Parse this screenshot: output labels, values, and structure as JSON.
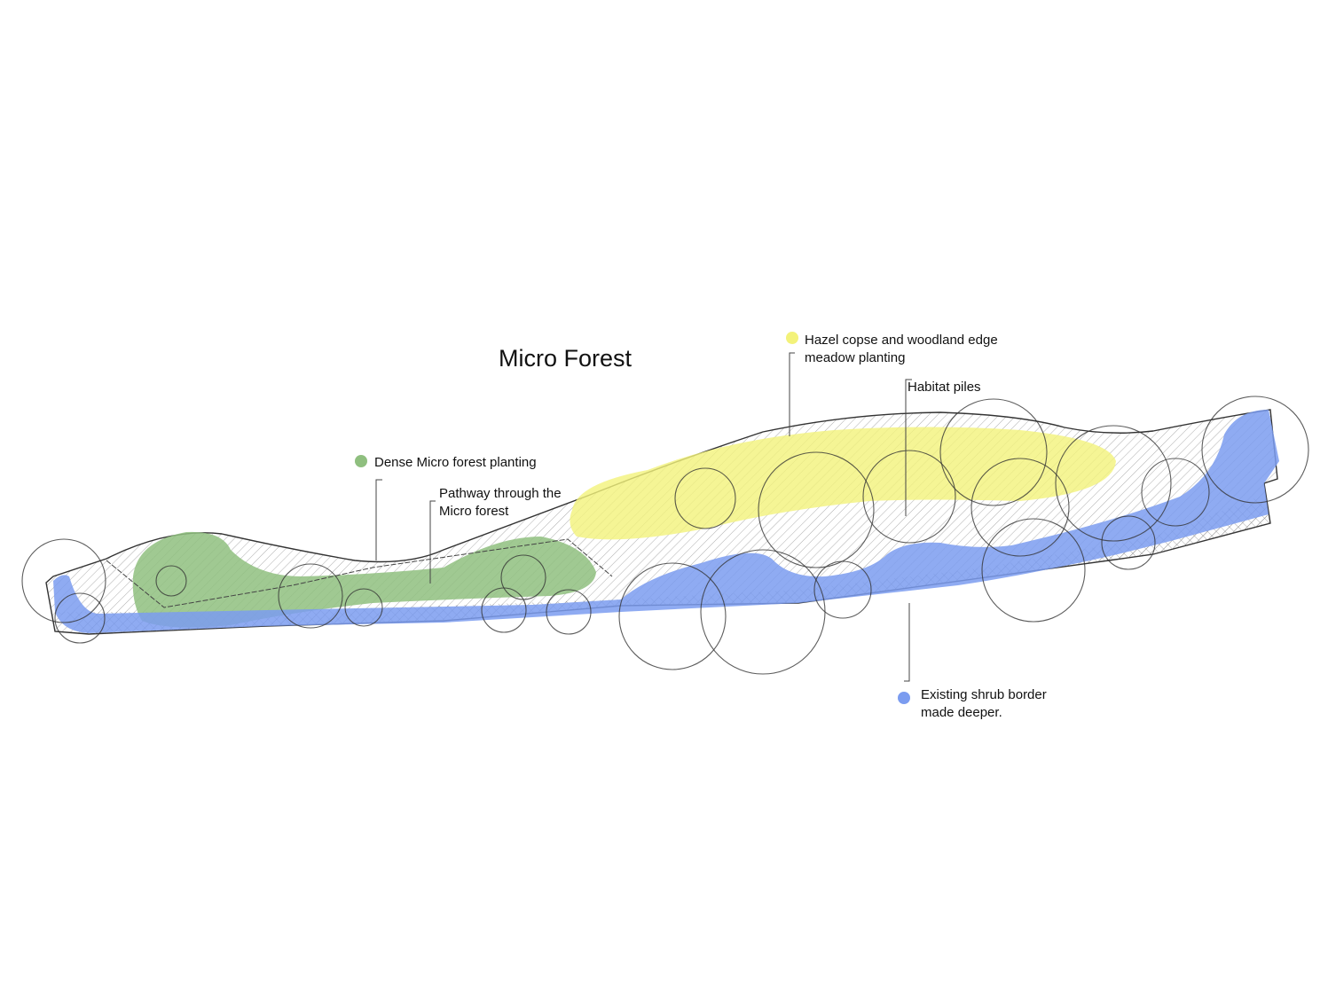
{
  "title": "Micro Forest",
  "legend": [
    {
      "label_line1": "Hazel copse and woodland edge",
      "label_line2": "meadow planting",
      "color": "#f3f27a"
    },
    {
      "label_line1": "Dense Micro forest planting",
      "color": "#8fbf7f"
    },
    {
      "label_line1": "Existing shrub border",
      "label_line2": "made deeper.",
      "color": "#7b9cf0"
    }
  ],
  "annotations": {
    "habitat": "Habitat piles",
    "pathway_line1": "Pathway through the",
    "pathway_line2": "Micro forest"
  }
}
